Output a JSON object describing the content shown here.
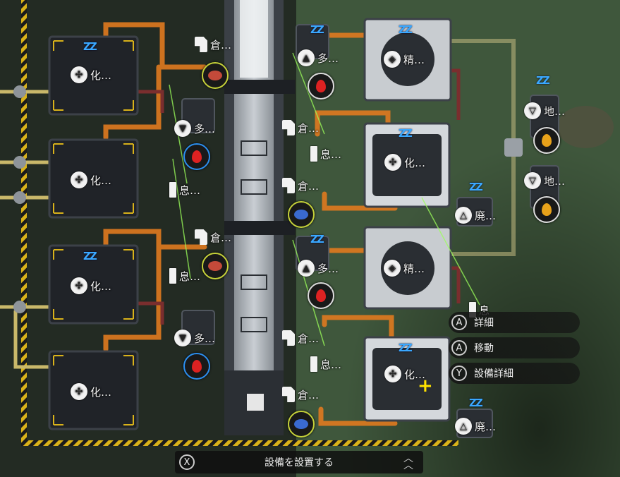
{
  "labels": {
    "storage": "倉…",
    "chem": "化…",
    "multi": "多…",
    "refine": "精…",
    "rest": "息…",
    "ground": "地…",
    "waste": "廃…",
    "rest_partial": "息"
  },
  "context_menu": [
    {
      "button": "A",
      "label": "詳細"
    },
    {
      "button": "A",
      "label": "移動"
    },
    {
      "button": "Y",
      "label": "設備詳細"
    }
  ],
  "bottom_bar": {
    "button": "X",
    "label": "設備を設置する"
  },
  "sleep_glyph": "ZZ",
  "cursor_glyph": "+",
  "colors": {
    "ground": "#2a3b2a",
    "road": "#4a4f3c",
    "conveyor": "#b8bec4",
    "pipe_orange": "#e07a1f",
    "hazard_yellow": "#d9b21a",
    "sleep_blue": "#3aa8ff",
    "laser_green": "#9cff5a"
  }
}
